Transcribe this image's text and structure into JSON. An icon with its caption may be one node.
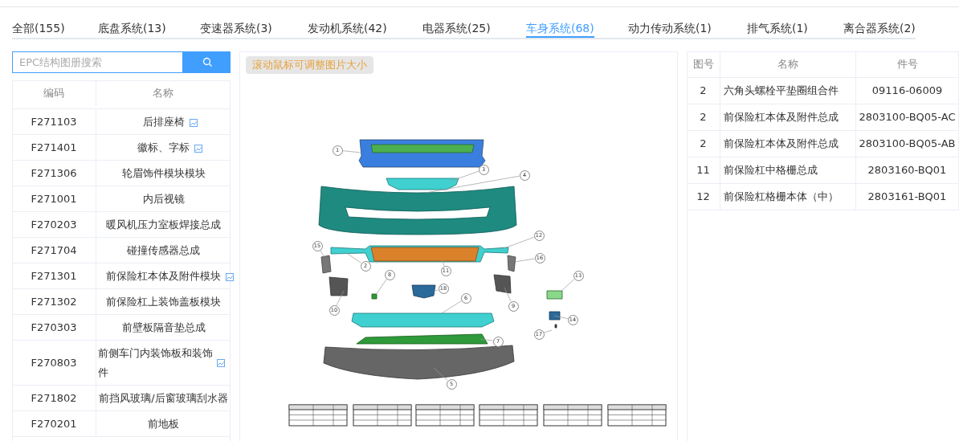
{
  "diagram": {
    "nodes": [
      {
        "text": [
          "1"
        ]
      },
      {
        "text": [
          "3"
        ]
      },
      {
        "text": [
          "4"
        ]
      },
      {
        "text": [
          "12"
        ]
      },
      {
        "text": [
          "15"
        ]
      },
      {
        "text": [
          "16"
        ]
      },
      {
        "text": [
          "2"
        ]
      },
      {
        "text": [
          "11"
        ]
      },
      {
        "text": [
          "8"
        ]
      },
      {
        "text": [
          "13"
        ]
      },
      {
        "text": [
          "18"
        ]
      },
      {
        "text": [
          "6"
        ]
      },
      {
        "text": [
          "9"
        ]
      },
      {
        "text": [
          "10"
        ]
      },
      {
        "text": [
          "14"
        ]
      },
      {
        "text": [
          "17"
        ]
      },
      {
        "text": [
          "7"
        ]
      },
      {
        "text": [
          "5"
        ]
      }
    ],
    "edges": [
      {
        "from": 0,
        "to": null,
        "arrow": "none"
      },
      {
        "from": 1,
        "to": null,
        "arrow": "none"
      },
      {
        "from": 2,
        "to": null,
        "arrow": "none"
      },
      {
        "from": 3,
        "to": null,
        "arrow": "none"
      },
      {
        "from": 4,
        "to": null,
        "arrow": "none"
      },
      {
        "from": 5,
        "to": null,
        "arrow": "none"
      },
      {
        "from": 6,
        "to": null,
        "arrow": "none"
      },
      {
        "from": 7,
        "to": null,
        "arrow": "none"
      },
      {
        "from": 8,
        "to": null,
        "arrow": "none"
      },
      {
        "from": 9,
        "to": null,
        "arrow": "none"
      },
      {
        "from": 10,
        "to": null,
        "arrow": "none"
      },
      {
        "from": 11,
        "to": null,
        "arrow": "none"
      },
      {
        "from": 12,
        "to": null,
        "arrow": "none"
      },
      {
        "from": 13,
        "to": null,
        "arrow": "none"
      },
      {
        "from": 14,
        "to": null,
        "arrow": "none"
      },
      {
        "from": 15,
        "to": null,
        "arrow": "none"
      },
      {
        "from": 16,
        "to": null,
        "arrow": "none"
      },
      {
        "from": 17,
        "to": null,
        "arrow": "none"
      }
    ],
    "labels": [
      "全部(155)",
      "底盘系统(13)",
      "变速器系统(3)",
      "发动机系统(42)",
      "电器系统(25)",
      "车身系统(68)",
      "动力传动系统(1)",
      "排气系统(1)",
      "离合器系统(2)",
      "EPC结构图册搜索",
      "滚动鼠标可调整图片大小",
      "编码",
      "名称",
      "F271103",
      "后排座椅",
      "F271401",
      "徽标、字标",
      "F271306",
      "轮眉饰件模块模块",
      "F271001",
      "内后视镜",
      "F270203",
      "暖风机压力室板焊接总成",
      "F271704",
      "碰撞传感器总成",
      "F271301",
      "前保险杠本体及附件模块",
      "F271302",
      "前保险杠上装饰盖板模块",
      "F270303",
      "前壁板隔音垫总成",
      "F270803",
      "前侧车门内装饰板和装饰件",
      "F271802",
      "前挡风玻璃/后窗玻璃刮水器",
      "F270201",
      "前地板",
      "图号",
      "名称",
      "件号",
      "2",
      "六角头螺栓平垫圈组合件",
      "09116-06009",
      "2",
      "前保险杠本体及附件总成",
      "2803100-BQ05-AC",
      "2",
      "前保险杠本体及附件总成",
      "2803100-BQ05-AB",
      "11",
      "前保险杠中格栅总成",
      "2803160-BQ01",
      "12",
      "前保险杠格栅本体（中）",
      "2803161-BQ01"
    ]
  }
}
